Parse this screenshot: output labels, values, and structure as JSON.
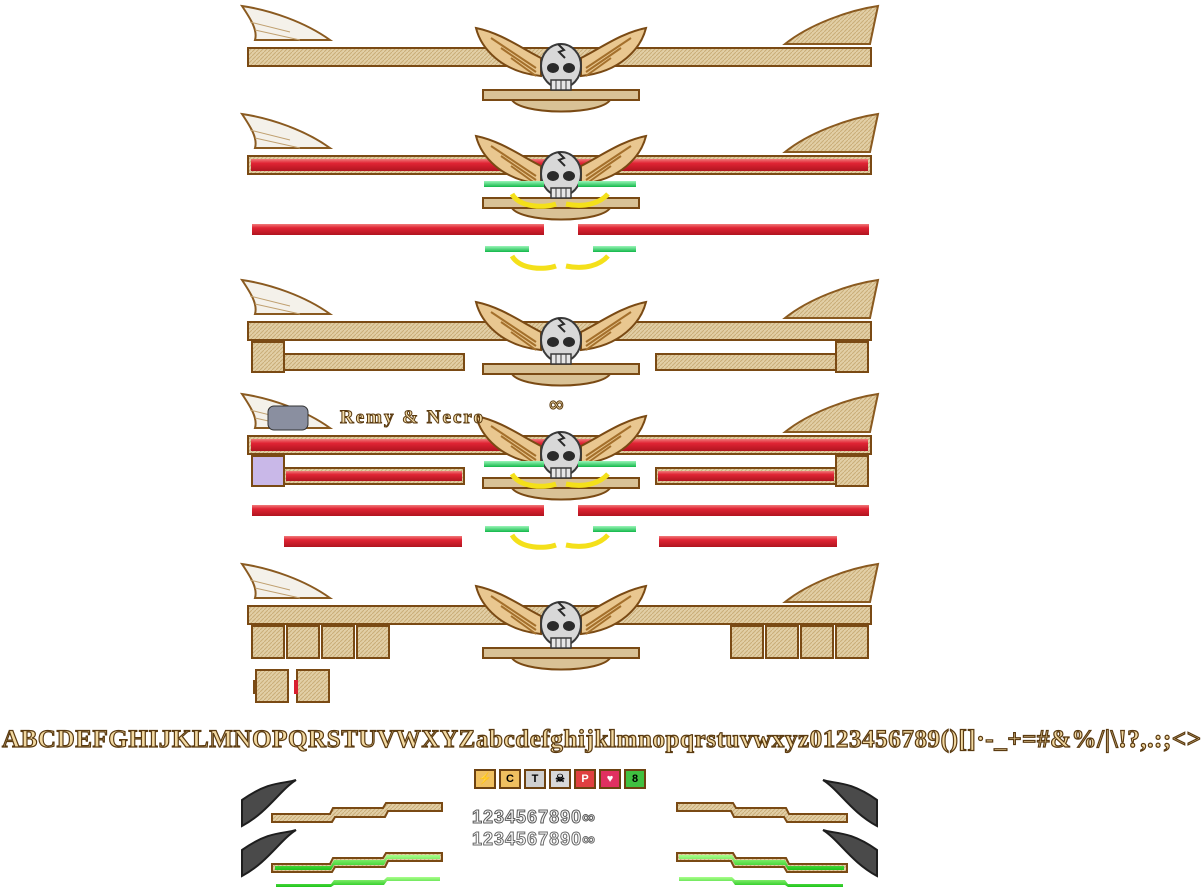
{
  "sheet": {
    "player_names": "Remy & Necro",
    "infinity_symbol": "∞",
    "font_glyphs": "ABCDEFGHIJKLMNOPQRSTUVWXYZabcdefghijklmnopqrstuvwxyz0123456789()[]·-_+=#&%/|\\!?,.:;<>",
    "digits_row_1": "1234567890",
    "digits_row_2": "1234567890",
    "status_icons": [
      {
        "name": "lightning",
        "glyph": "⚡",
        "color": "#f2c43c"
      },
      {
        "name": "c",
        "glyph": "C",
        "color": "#f0a020"
      },
      {
        "name": "t",
        "glyph": "T",
        "color": "#c8c8c8"
      },
      {
        "name": "skull",
        "glyph": "☠",
        "color": "#d0d0d0"
      },
      {
        "name": "p",
        "glyph": "P",
        "color": "#e04040"
      },
      {
        "name": "heart",
        "glyph": "♥",
        "color": "#e03060"
      },
      {
        "name": "eight",
        "glyph": "8",
        "color": "#40c040"
      }
    ]
  },
  "colors": {
    "frame_tan": "#d9c296",
    "frame_dark": "#7a4a14",
    "hp_red": "#d81f2f",
    "meter_green": "#2fd36a",
    "meter_yellow": "#f4e01a",
    "bright_green": "#36e21b",
    "wing_dark": "#4a4a4a"
  }
}
